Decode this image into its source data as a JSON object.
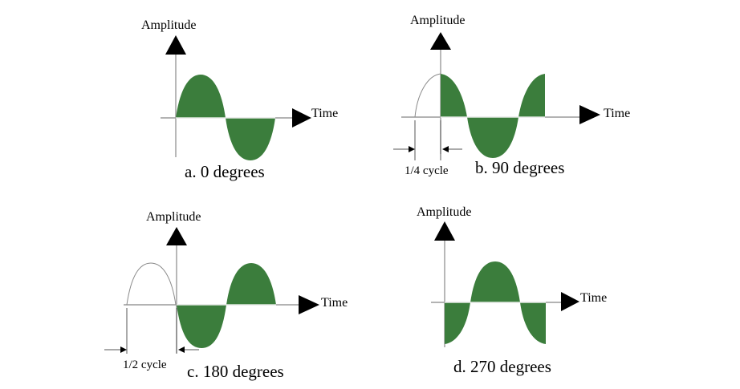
{
  "diagram": {
    "axis": {
      "y_label": "Amplitude",
      "x_label": "Time"
    },
    "colors": {
      "wave_fill": "#3b7d3c",
      "axis": "#9a9a9a",
      "arrow": "#000000"
    },
    "panels": [
      {
        "id": "a",
        "caption": "a. 0 degrees",
        "phase_degrees": 0
      },
      {
        "id": "b",
        "caption": "b. 90 degrees",
        "phase_degrees": 90,
        "offset_label": "1/4 cycle"
      },
      {
        "id": "c",
        "caption": "c. 180 degrees",
        "phase_degrees": 180,
        "offset_label": "1/2 cycle"
      },
      {
        "id": "d",
        "caption": "d. 270 degrees",
        "phase_degrees": 270
      }
    ]
  }
}
